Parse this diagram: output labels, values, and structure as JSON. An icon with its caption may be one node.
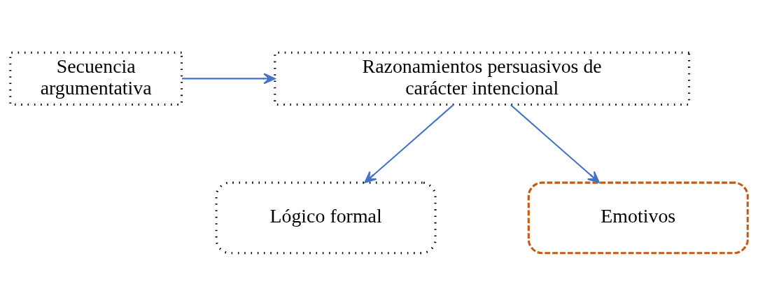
{
  "diagram": {
    "nodes": [
      {
        "text": [
          "Secuencia argumentativa"
        ]
      },
      {
        "text": [
          "Razonamientos persuasivos de carácter intencional"
        ]
      },
      {
        "text": [
          "Lógico formal"
        ]
      },
      {
        "text": [
          "Emotivos"
        ]
      }
    ],
    "edges": [
      {
        "from": 0,
        "to": 1,
        "arrow": "to"
      },
      {
        "from": 1,
        "to": 2,
        "arrow": "to"
      },
      {
        "from": 1,
        "to": 3,
        "arrow": "to"
      }
    ]
  }
}
